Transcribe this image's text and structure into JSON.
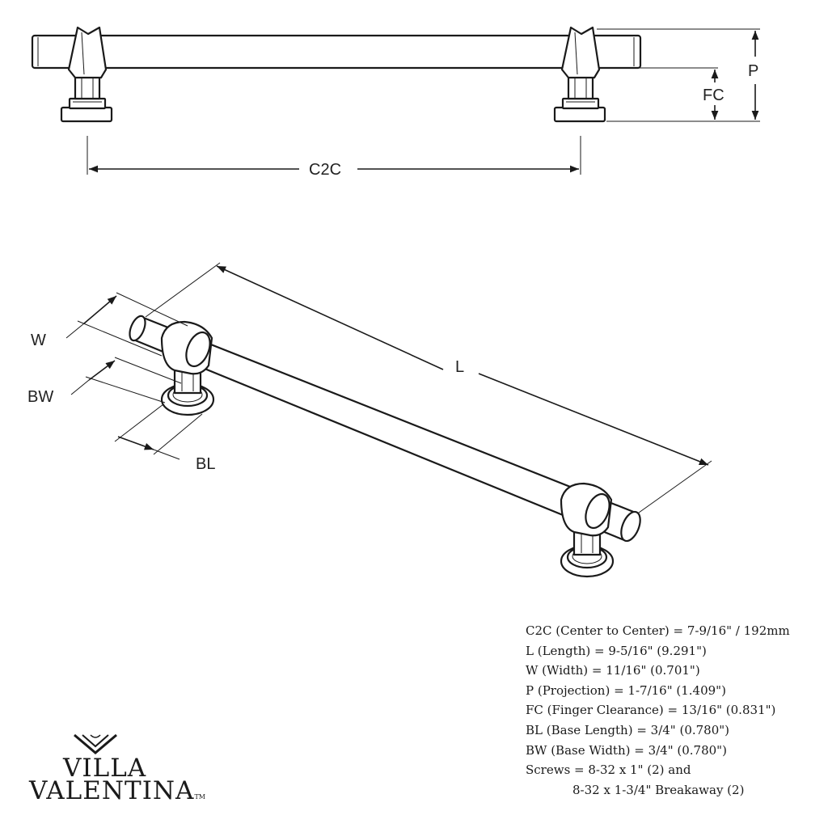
{
  "dimensions": {
    "p": "P",
    "fc": "FC",
    "c2c": "C2C",
    "w": "W",
    "bw": "BW",
    "bl": "BL",
    "l": "L"
  },
  "specs": [
    "C2C (Center to Center) = 7-9/16\" / 192mm",
    "L (Length) = 9-5/16\" (9.291\")",
    "W (Width) = 11/16\" (0.701\")",
    "P (Projection) = 1-7/16\" (1.409\")",
    "FC (Finger Clearance) = 13/16\" (0.831\")",
    "BL (Base Length) = 3/4\" (0.780\")",
    "BW (Base Width) = 3/4\" (0.780\")",
    "Screws = 8-32 x 1\" (2) and",
    "8-32 x 1-3/4\" Breakaway (2)"
  ],
  "brand": {
    "line1": "VILLA",
    "line2": "VALENTINA",
    "tm": "TM"
  }
}
